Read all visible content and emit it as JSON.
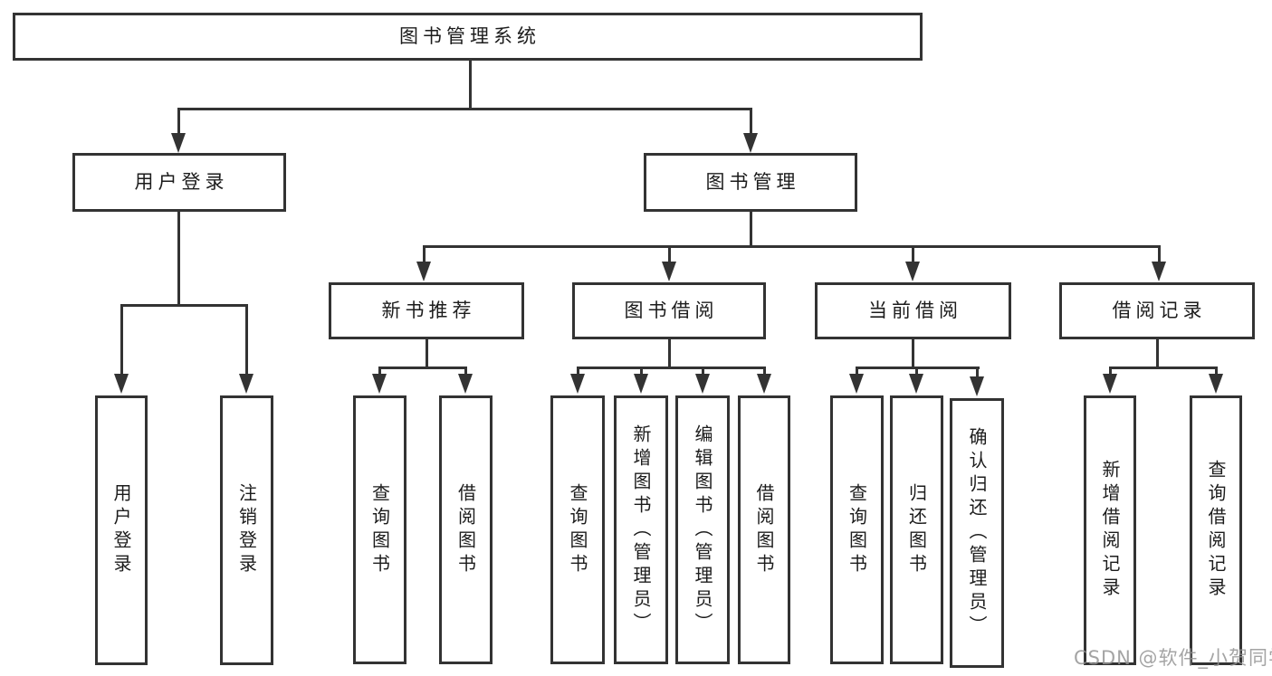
{
  "diagram": {
    "root": {
      "label": "图书管理系统"
    },
    "branches": [
      {
        "label": "用户登录",
        "children": [
          {
            "label": "用户登录"
          },
          {
            "label": "注销登录"
          }
        ]
      },
      {
        "label": "图书管理",
        "children": [
          {
            "label": "新书推荐",
            "children": [
              {
                "label": "查询图书"
              },
              {
                "label": "借阅图书"
              }
            ]
          },
          {
            "label": "图书借阅",
            "children": [
              {
                "label": "查询图书"
              },
              {
                "label": "新增图书（管理员）"
              },
              {
                "label": "编辑图书（管理员）"
              },
              {
                "label": "借阅图书"
              }
            ]
          },
          {
            "label": "当前借阅",
            "children": [
              {
                "label": "查询图书"
              },
              {
                "label": "归还图书"
              },
              {
                "label": "确认归还（管理员）"
              }
            ]
          },
          {
            "label": "借阅记录",
            "children": [
              {
                "label": "新增借阅记录"
              },
              {
                "label": "查询借阅记录"
              }
            ]
          }
        ]
      }
    ]
  },
  "watermark": {
    "text": "CSDN @软件_小贺同学"
  },
  "colors": {
    "line": "#333333",
    "text": "#1c1c1c",
    "background": "#ffffff",
    "watermark": "#949494"
  }
}
